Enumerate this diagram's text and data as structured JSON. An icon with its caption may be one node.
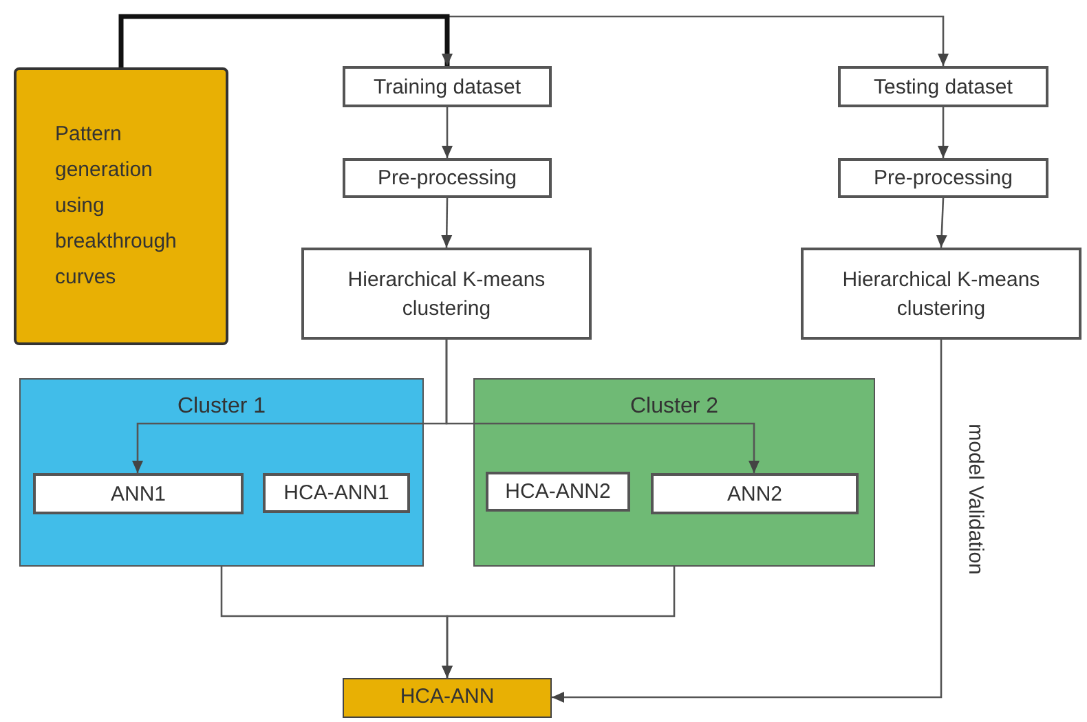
{
  "diagram": {
    "nodes": [
      {
        "text": [
          "Pattern generation using breakthrough curves"
        ]
      },
      {
        "text": [
          "Training dataset"
        ]
      },
      {
        "text": [
          "Pre-processing"
        ]
      },
      {
        "text": [
          "Hierarchical K-means clustering"
        ]
      },
      {
        "text": [
          "Testing dataset"
        ]
      },
      {
        "text": [
          "Pre-processing"
        ]
      },
      {
        "text": [
          "Hierarchical K-means clustering"
        ]
      },
      {
        "text": [
          "Cluster 1"
        ]
      },
      {
        "text": [
          "ANN1"
        ],
        "in": 7
      },
      {
        "text": [
          "HCA-ANN1"
        ],
        "in": 7
      },
      {
        "text": [
          "Cluster 2"
        ]
      },
      {
        "text": [
          "HCA-ANN2"
        ],
        "in": 10
      },
      {
        "text": [
          "ANN2"
        ],
        "in": 10
      },
      {
        "text": [
          "HCA-ANN"
        ]
      }
    ],
    "edges": [
      {
        "from": 0,
        "to": 1,
        "arrow": "to",
        "style": "thick"
      },
      {
        "from": 0,
        "to": 4,
        "arrow": "to"
      },
      {
        "from": 1,
        "to": 2,
        "arrow": "to"
      },
      {
        "from": 2,
        "to": 3,
        "arrow": "to"
      },
      {
        "from": 4,
        "to": 5,
        "arrow": "to"
      },
      {
        "from": 5,
        "to": 6,
        "arrow": "to"
      },
      {
        "from": 3,
        "to": 8,
        "arrow": "to"
      },
      {
        "from": 3,
        "to": 12,
        "arrow": "to"
      },
      {
        "from": 7,
        "to": 13,
        "arrow": "to"
      },
      {
        "from": 10,
        "to": 13,
        "arrow": "to"
      },
      {
        "from": 6,
        "to": 13,
        "arrow": "to",
        "label": "model Validation"
      }
    ]
  }
}
